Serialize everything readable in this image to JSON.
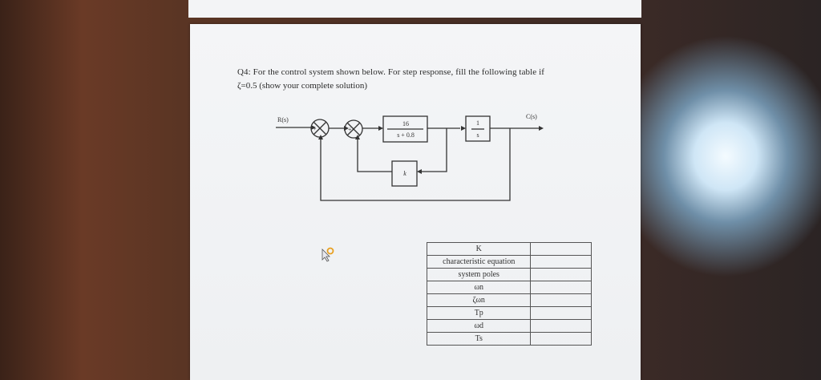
{
  "question": {
    "line1": "Q4: For the control system shown below. For step response, fill the following table  if",
    "line2": "ζ=0.5  (show your complete solution)"
  },
  "diagram": {
    "input_label": "R(s)",
    "output_label": "C(s)",
    "block1_numerator": "16",
    "block1_denominator": "s  + 0.8",
    "block2_numerator": "1",
    "block2_denominator": "s",
    "feedback_gain": "k"
  },
  "table": {
    "rows": [
      {
        "label": "K",
        "value": ""
      },
      {
        "label": "characteristic equation",
        "value": ""
      },
      {
        "label": "system poles",
        "value": ""
      },
      {
        "label": "ωn",
        "value": ""
      },
      {
        "label": "ζωn",
        "value": ""
      },
      {
        "label": "Tp",
        "value": ""
      },
      {
        "label": "ωd",
        "value": ""
      },
      {
        "label": "Ts",
        "value": ""
      }
    ]
  },
  "icons": {
    "cursor": "mouse-pointer-icon",
    "summing_junction": "summing-junction-icon"
  }
}
